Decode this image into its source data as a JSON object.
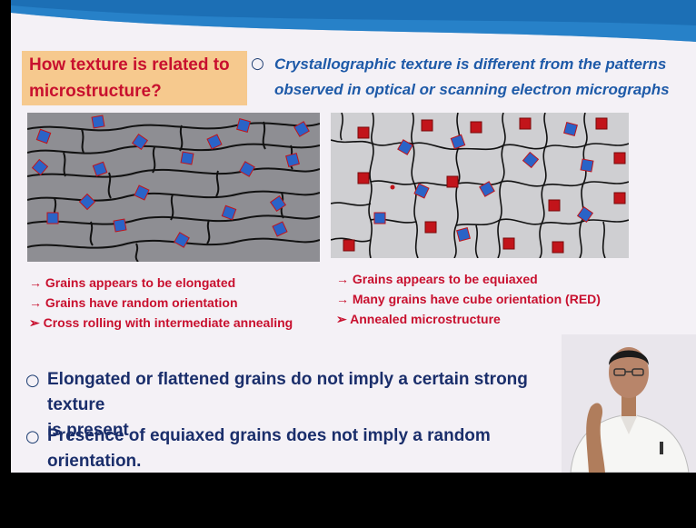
{
  "slide": {
    "title": [
      "How texture is related to",
      "microstructure?"
    ],
    "intro": [
      "Crystallographic texture is different from the patterns",
      "observed in optical or scanning electron micrographs"
    ],
    "left_caption": [
      "→ Grains appears to be elongated",
      "→ Grains have random orientation",
      "➢ Cross rolling with intermediate annealing"
    ],
    "right_caption": [
      "→ Grains appears to be equiaxed",
      "→ Many grains have cube orientation (RED)",
      "➢ Annealed microstructure"
    ],
    "points": [
      "Elongated or flattened grains do not imply a certain strong texture",
      "is present",
      "Presence of equiaxed grains does not imply a random orientation."
    ]
  },
  "colors": {
    "title_text": "#c8102e",
    "title_bg": "#f6c98e",
    "intro_text": "#1e5aa8",
    "body_text": "#1a2e6b",
    "caption_text": "#c8102e",
    "cube_blue": "#2a63c7",
    "cube_red": "#c2141a",
    "top_bar": "#1c6fb5"
  }
}
